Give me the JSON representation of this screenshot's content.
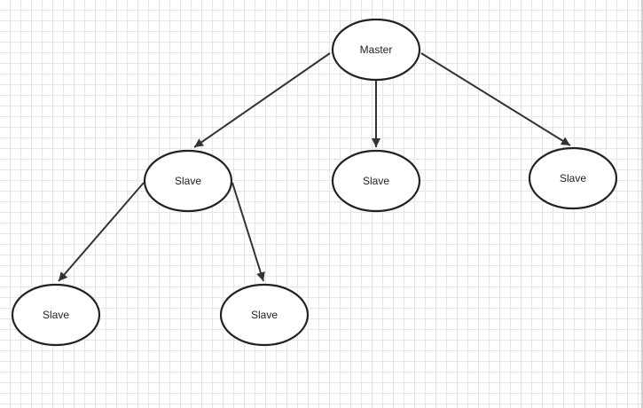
{
  "diagram": {
    "nodes": [
      {
        "id": "master",
        "label": "Master"
      },
      {
        "id": "slave_1",
        "label": "Slave"
      },
      {
        "id": "slave_2",
        "label": "Slave"
      },
      {
        "id": "slave_3",
        "label": "Slave"
      },
      {
        "id": "slave_4",
        "label": "Slave"
      },
      {
        "id": "slave_5",
        "label": "Slave"
      }
    ],
    "edges": [
      {
        "from": "master",
        "to": "slave_1"
      },
      {
        "from": "master",
        "to": "slave_2"
      },
      {
        "from": "master",
        "to": "slave_3"
      },
      {
        "from": "slave_1",
        "to": "slave_4"
      },
      {
        "from": "slave_1",
        "to": "slave_5"
      }
    ],
    "colors": {
      "stroke": "#222222",
      "fill": "#ffffff",
      "grid": "#e6e6e6"
    }
  }
}
